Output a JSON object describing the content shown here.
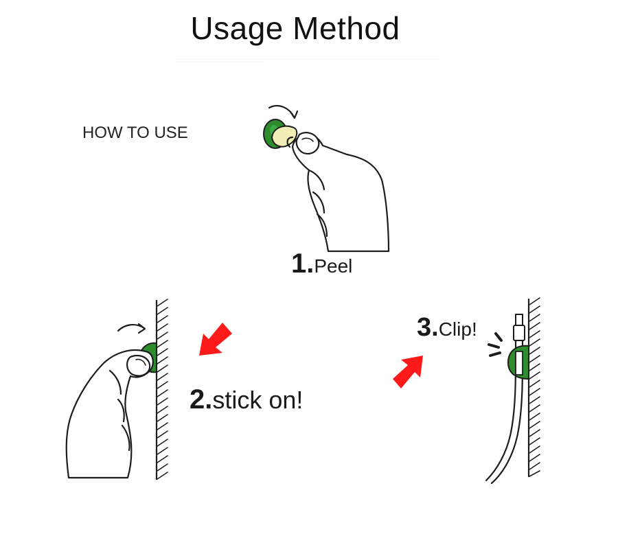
{
  "header": {
    "title": "Usage Method"
  },
  "intro": {
    "heading": "HOW TO USE"
  },
  "steps": [
    {
      "number": "1.",
      "label": "Peel"
    },
    {
      "number": "2.",
      "label": "stick on!"
    },
    {
      "number": "3.",
      "label": "Clip!"
    }
  ],
  "colors": {
    "clip_green": "#2e8b2e",
    "clip_dark_green": "#1f6b1f",
    "adhesive_yellow": "#f1efb6",
    "arrow_red": "#ff1a1a",
    "ink": "#1c1c1c"
  },
  "icons": {
    "step1": "hand-peeling-clip-icon",
    "step2": "hand-sticking-clip-icon",
    "step3": "cable-in-clip-icon",
    "arrow_down_left": "red-arrow-down-left-icon",
    "arrow_up_right": "red-arrow-up-right-icon"
  }
}
